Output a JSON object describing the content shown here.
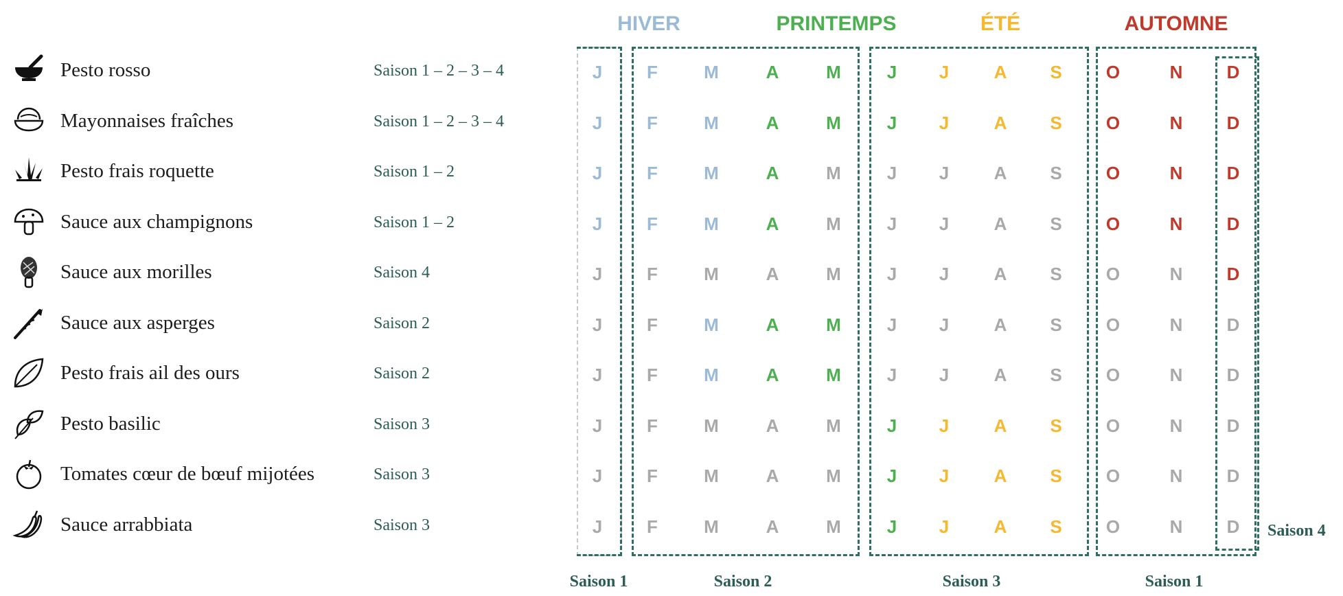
{
  "season_titles": [
    {
      "label": "HIVER",
      "color": "#9bbad6"
    },
    {
      "label": "PRINTEMPS",
      "color": "#4caf50"
    },
    {
      "label": "ÉTÉ",
      "color": "#f5b82e"
    },
    {
      "label": "AUTOMNE",
      "color": "#c0392b"
    }
  ],
  "months": [
    "J",
    "F",
    "M",
    "A",
    "M",
    "J",
    "J",
    "A",
    "S",
    "O",
    "N",
    "D"
  ],
  "month_colors": [
    "#9bbad6",
    "#9bbad6",
    "#9bbad6",
    "#4caf50",
    "#4caf50",
    "#4caf50",
    "#f5b82e",
    "#f5b82e",
    "#f5b82e",
    "#c0392b",
    "#c0392b",
    "#c0392b"
  ],
  "inactive_color": "#a9a9a9",
  "rows": [
    {
      "name": "Pesto rosso",
      "icon": "mortar-icon",
      "saison": "Saison 1 – 2 – 3 – 4",
      "active": [
        1,
        1,
        1,
        1,
        1,
        1,
        1,
        1,
        1,
        1,
        1,
        1
      ]
    },
    {
      "name": "Mayonnaises fraîches",
      "icon": "bowl-icon",
      "saison": "Saison 1 – 2 – 3 – 4",
      "active": [
        1,
        1,
        1,
        1,
        1,
        1,
        1,
        1,
        1,
        1,
        1,
        1
      ]
    },
    {
      "name": "Pesto frais roquette",
      "icon": "rocket-leaves-icon",
      "saison": "Saison 1 – 2",
      "active": [
        1,
        1,
        1,
        1,
        0,
        0,
        0,
        0,
        0,
        1,
        1,
        1
      ]
    },
    {
      "name": "Sauce aux champignons",
      "icon": "mushroom-icon",
      "saison": "Saison 1 – 2",
      "active": [
        1,
        1,
        1,
        1,
        0,
        0,
        0,
        0,
        0,
        1,
        1,
        1
      ]
    },
    {
      "name": "Sauce aux morilles",
      "icon": "morel-icon",
      "saison": "Saison 4",
      "active": [
        0,
        0,
        0,
        0,
        0,
        0,
        0,
        0,
        0,
        0,
        0,
        1
      ]
    },
    {
      "name": "Sauce aux asperges",
      "icon": "asparagus-icon",
      "saison": "Saison 2",
      "active": [
        0,
        0,
        1,
        1,
        1,
        0,
        0,
        0,
        0,
        0,
        0,
        0
      ]
    },
    {
      "name": "Pesto frais ail des ours",
      "icon": "leaf-icon",
      "saison": "Saison 2",
      "active": [
        0,
        0,
        1,
        1,
        1,
        0,
        0,
        0,
        0,
        0,
        0,
        0
      ]
    },
    {
      "name": "Pesto basilic",
      "icon": "basil-icon",
      "saison": "Saison 3",
      "active": [
        0,
        0,
        0,
        0,
        0,
        1,
        1,
        1,
        1,
        0,
        0,
        0
      ]
    },
    {
      "name": "Tomates cœur de bœuf mijotées",
      "icon": "tomato-icon",
      "saison": "Saison 3",
      "active": [
        0,
        0,
        0,
        0,
        0,
        1,
        1,
        1,
        1,
        0,
        0,
        0
      ]
    },
    {
      "name": "Sauce arrabbiata",
      "icon": "chili-icon",
      "saison": "Saison 3",
      "active": [
        0,
        0,
        0,
        0,
        0,
        1,
        1,
        1,
        1,
        0,
        0,
        0
      ]
    }
  ],
  "bottom_labels": [
    "Saison 1",
    "Saison 2",
    "Saison 3",
    "Saison 1"
  ],
  "side_label": "Saison 4",
  "frame_color": "#2f6e63"
}
